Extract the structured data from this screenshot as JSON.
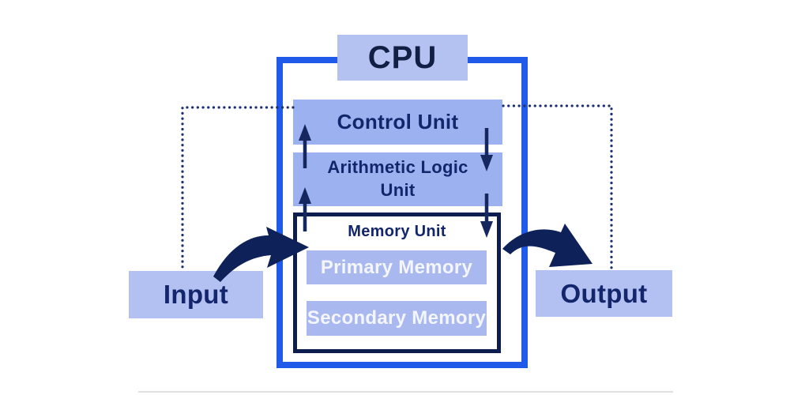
{
  "diagram": {
    "title": "CPU block diagram",
    "nodes": {
      "cpu": {
        "label": "CPU"
      },
      "control_unit": {
        "label": "Control Unit"
      },
      "alu": {
        "label": "Arithmetic Logic Unit"
      },
      "memory_unit": {
        "label": "Memory Unit"
      },
      "primary_memory": {
        "label": "Primary Memory"
      },
      "secondary_memory": {
        "label": "Secondary Memory"
      },
      "input": {
        "label": "Input"
      },
      "output": {
        "label": "Output"
      }
    },
    "connectors": {
      "input_to_memory": "curved solid arrow",
      "memory_to_output": "curved solid arrow",
      "alu_to_control": "up arrow",
      "memory_to_alu": "up arrow",
      "control_to_alu": "down arrow",
      "alu_to_memory": "down arrow",
      "input_to_control": "dotted line",
      "control_to_output": "dotted line"
    },
    "colors": {
      "frame_blue": "#1f5ae8",
      "box_periwinkle": "#9cb2f0",
      "box_light": "#b2c0f2",
      "memory_sub_fill": "#a9b9f0",
      "navy_text": "#14266b",
      "dark_navy": "#0e2158",
      "dotted_navy": "#1d2f74",
      "white_text": "#f4f6fc"
    }
  }
}
